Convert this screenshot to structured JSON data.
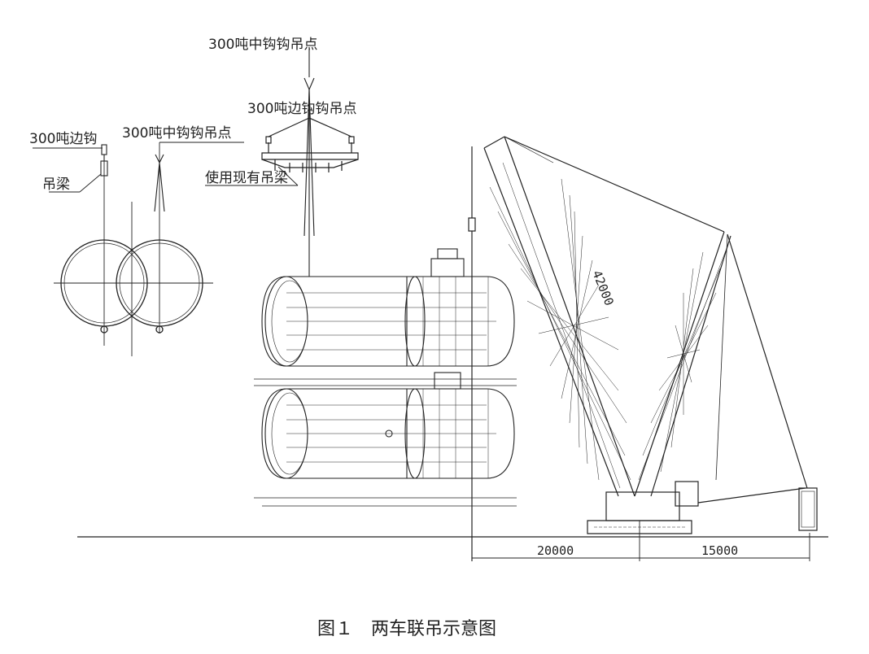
{
  "labels": {
    "main_hook_top": "300吨中钩钩吊点",
    "side_hook_top": "300吨边钩钩吊点",
    "side_hook_left": "300吨边钩",
    "main_hook_left": "300吨中钩钩吊点",
    "beam_left": "吊梁",
    "beam_existing": "使用现有吊梁"
  },
  "dimensions": {
    "boom_length": "42000",
    "radius_main": "20000",
    "radius_counter": "15000"
  },
  "caption": "图１　两车联吊示意图"
}
